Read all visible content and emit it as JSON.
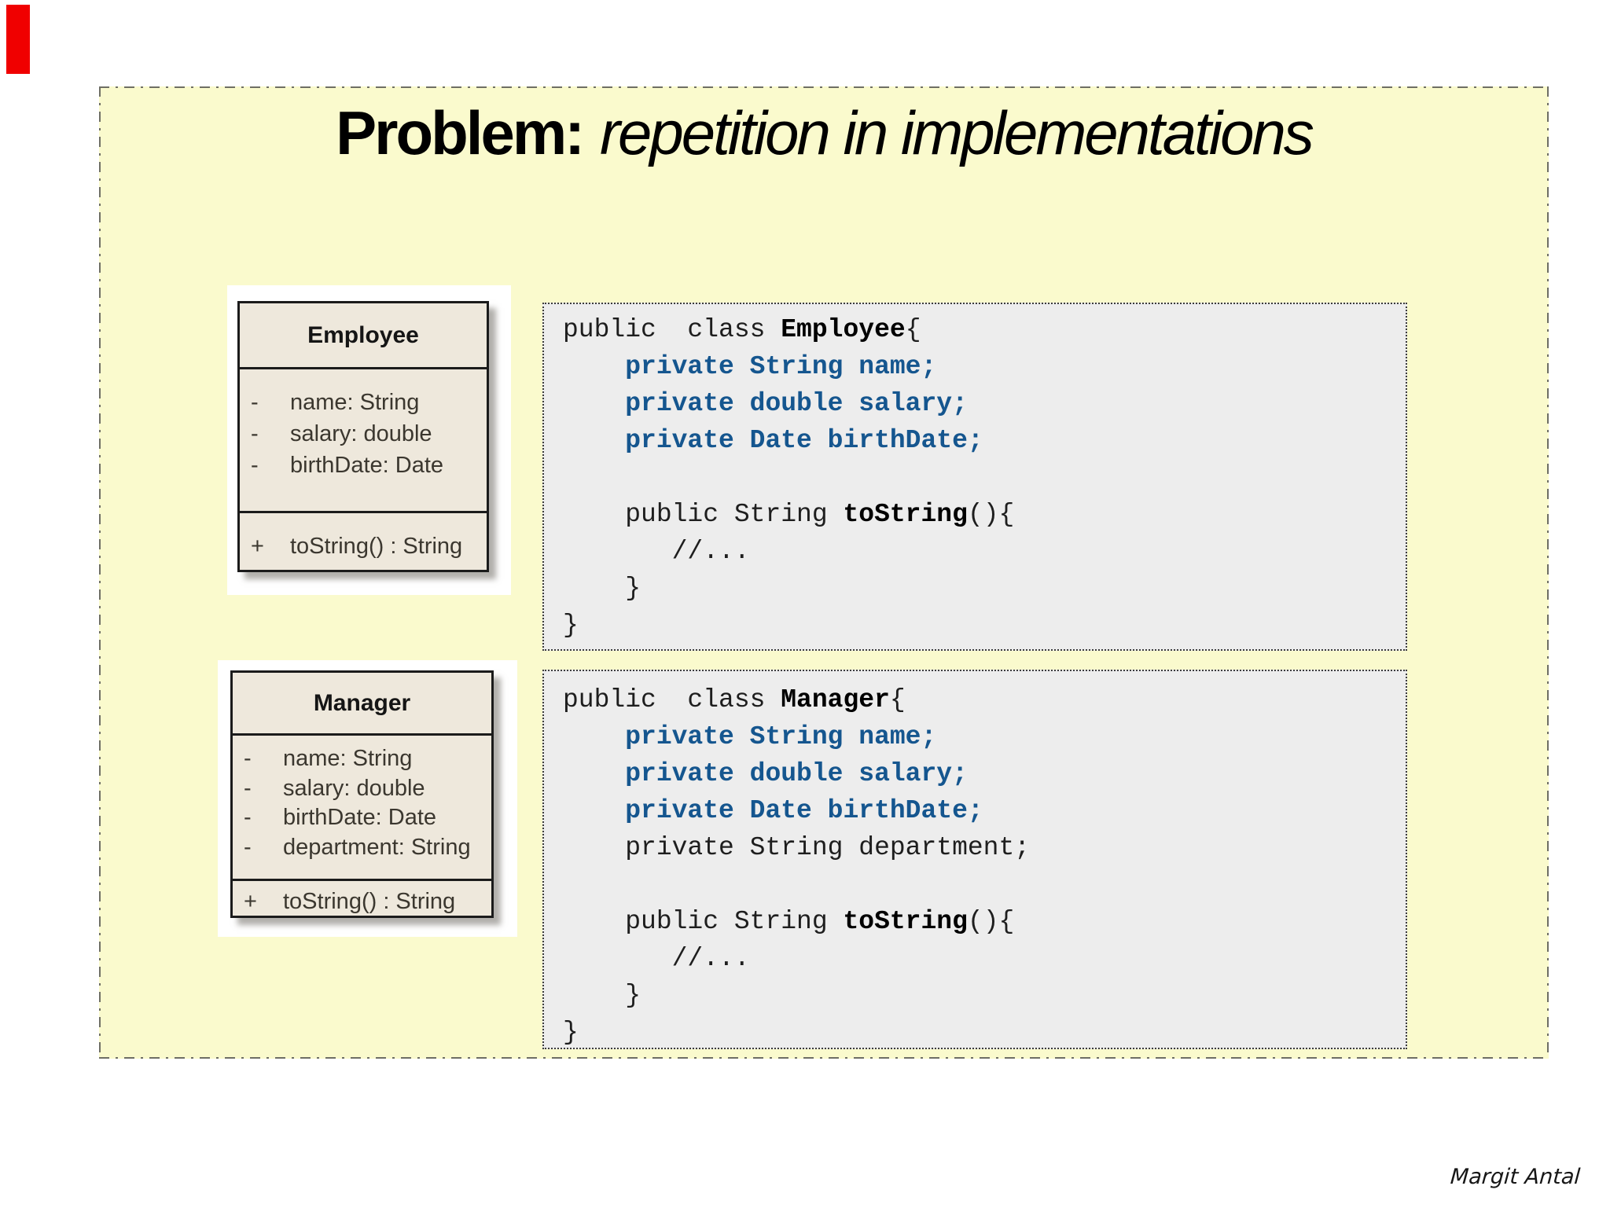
{
  "slide": {
    "title_bold": "Problem:",
    "title_italic": "repetition in implementations"
  },
  "uml_boxes": [
    {
      "name": "Employee",
      "attributes": [
        {
          "vis": "-",
          "label": "name: String"
        },
        {
          "vis": "-",
          "label": "salary: double"
        },
        {
          "vis": "-",
          "label": "birthDate: Date"
        }
      ],
      "methods": [
        {
          "vis": "+",
          "label": "toString() : String"
        }
      ]
    },
    {
      "name": "Manager",
      "attributes": [
        {
          "vis": "-",
          "label": "name: String"
        },
        {
          "vis": "-",
          "label": "salary: double"
        },
        {
          "vis": "-",
          "label": "birthDate: Date"
        },
        {
          "vis": "-",
          "label": "department: String"
        }
      ],
      "methods": [
        {
          "vis": "+",
          "label": "toString() : String"
        }
      ]
    }
  ],
  "code_blocks": [
    {
      "lines": [
        [
          {
            "c": "p",
            "t": "public  class "
          },
          {
            "c": "b",
            "t": "Employee"
          },
          {
            "c": "p",
            "t": "{"
          }
        ],
        [
          {
            "c": "p",
            "t": "    "
          },
          {
            "c": "k",
            "t": "private String name;"
          }
        ],
        [
          {
            "c": "p",
            "t": "    "
          },
          {
            "c": "k",
            "t": "private double salary;"
          }
        ],
        [
          {
            "c": "p",
            "t": "    "
          },
          {
            "c": "k",
            "t": "private Date birthDate;"
          }
        ],
        [],
        [
          {
            "c": "p",
            "t": "    public String "
          },
          {
            "c": "b",
            "t": "toString"
          },
          {
            "c": "p",
            "t": "(){"
          }
        ],
        [
          {
            "c": "p",
            "t": "       //..."
          }
        ],
        [
          {
            "c": "p",
            "t": "    }"
          }
        ],
        [
          {
            "c": "p",
            "t": "}"
          }
        ]
      ]
    },
    {
      "lines": [
        [
          {
            "c": "p",
            "t": "public  class "
          },
          {
            "c": "b",
            "t": "Manager"
          },
          {
            "c": "p",
            "t": "{"
          }
        ],
        [
          {
            "c": "p",
            "t": "    "
          },
          {
            "c": "k",
            "t": "private String name;"
          }
        ],
        [
          {
            "c": "p",
            "t": "    "
          },
          {
            "c": "k",
            "t": "private double salary;"
          }
        ],
        [
          {
            "c": "p",
            "t": "    "
          },
          {
            "c": "k",
            "t": "private Date birthDate;"
          }
        ],
        [
          {
            "c": "p",
            "t": "    private String department;"
          }
        ],
        [],
        [
          {
            "c": "p",
            "t": "    public String "
          },
          {
            "c": "b",
            "t": "toString"
          },
          {
            "c": "p",
            "t": "(){"
          }
        ],
        [
          {
            "c": "p",
            "t": "       //..."
          }
        ],
        [
          {
            "c": "p",
            "t": "    }"
          }
        ],
        [
          {
            "c": "p",
            "t": "}"
          }
        ]
      ]
    }
  ],
  "signature": "Margit Antal",
  "colors": {
    "slide-bg": "#FAFACD",
    "slide-border": "#6E6E64",
    "code-bg": "#EDEDED",
    "code-border": "#3C3C3C",
    "kw-blue": "#15568F",
    "uml-fill": "#EEE8DC",
    "uml-border": "#1B1B1B",
    "red": "#F00000",
    "ink": "#000000"
  }
}
